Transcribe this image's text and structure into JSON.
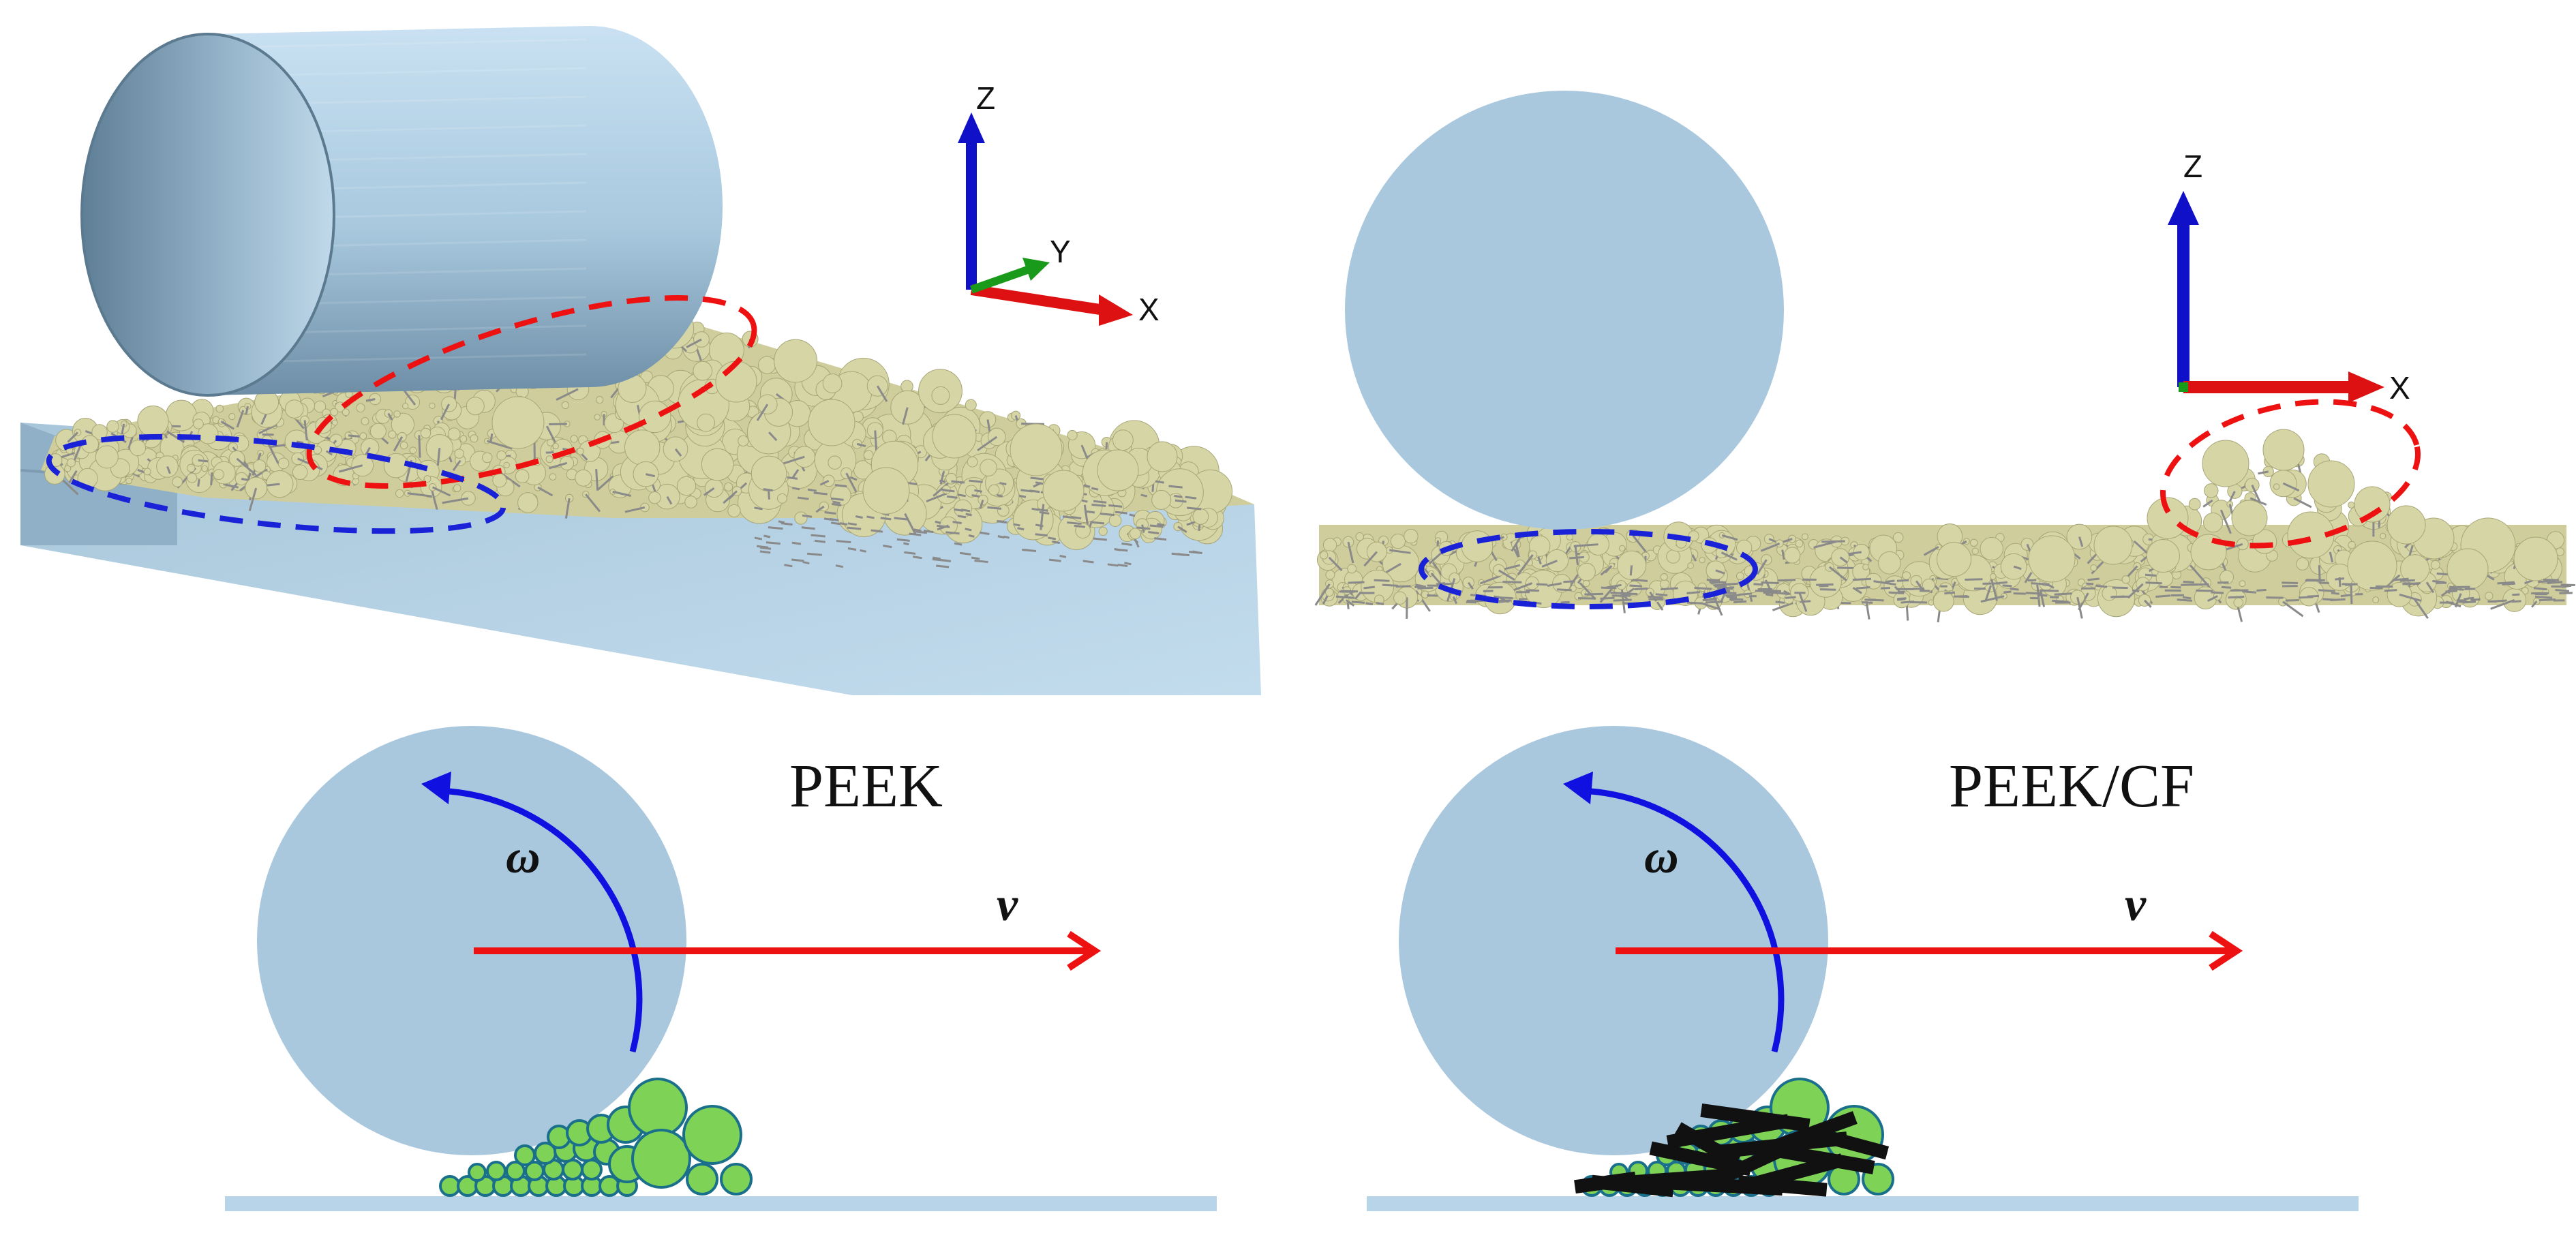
{
  "axes": {
    "z": "Z",
    "y": "Y",
    "x": "X"
  },
  "panels": {
    "top_left": {
      "triad_labels": [
        "Z",
        "Y",
        "X"
      ]
    },
    "top_right": {
      "triad_labels": [
        "Z",
        "X"
      ]
    },
    "bottom_left": {
      "material": "PEEK",
      "omega": "ω",
      "v": "v"
    },
    "bottom_right": {
      "material": "PEEK/CF",
      "omega": "ω",
      "v": "v"
    }
  },
  "colors": {
    "roller": "#a9c8de",
    "substrate": "#b7d4e8",
    "particle_3d": "#d6d5a6",
    "fiber": "#8a8a8a",
    "particle_2d": "#7ed357",
    "particle_2d_stroke": "#1a6f8a",
    "carbon_fiber": "#111111",
    "rotation_arrow": "#1010e0",
    "velocity_arrow": "#ee1111",
    "highlight_red": "#ee1111",
    "highlight_blue": "#1a22d8",
    "axis_z": "#1010c8",
    "axis_x": "#dd1111",
    "axis_y": "#1a9a1a"
  }
}
